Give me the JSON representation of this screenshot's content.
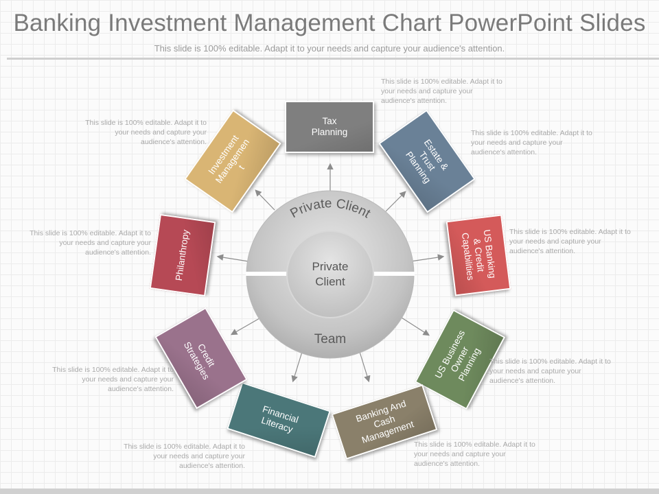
{
  "title": "Banking Investment Management Chart PowerPoint Slides",
  "subtitle": "This slide is 100% editable. Adapt it to your needs and capture your audience's attention.",
  "center": {
    "outer_top": "Private Client",
    "inner": "Private\nClient",
    "outer_bottom": "Team"
  },
  "boxes": [
    {
      "label": "Tax\nPlanning",
      "color": "#7f7f7f"
    },
    {
      "label": "Estate &\nTrust\nPlanning",
      "color": "#6a8197"
    },
    {
      "label": "US Banking\n& Credit\nCapabilities",
      "color": "#d45a5a"
    },
    {
      "label": "US Business\nOwner\nPlanning",
      "color": "#6e8a5d"
    },
    {
      "label": "Banking And\nCash\nManagement",
      "color": "#8a806a"
    },
    {
      "label": "Financial\nLiteracy",
      "color": "#4b7779"
    },
    {
      "label": "Credit\nStrategies",
      "color": "#9a728c"
    },
    {
      "label": "Philanthropy",
      "color": "#b64955"
    },
    {
      "label": "Investment\nManagemen\nt",
      "color": "#d9b574"
    }
  ],
  "notes": [
    "This slide is 100% editable. Adapt it to your needs and capture your audience's attention.",
    "This slide is 100% editable. Adapt it to your needs and capture your audience's attention.",
    "This slide is 100% editable. Adapt it to your needs and capture your audience's attention.",
    "This slide is 100% editable. Adapt it to your needs and capture your audience's attention.",
    "This slide is 100% editable. Adapt it to your needs and capture your audience's attention.",
    "This slide is 100% editable. Adapt it to your needs and capture your audience's attention.",
    "This slide is 100% editable. Adapt it to your needs and capture your audience's attention.",
    "This slide is 100% editable. Adapt it to your needs and capture your audience's attention.",
    "This slide is 100% editable. Adapt it to your needs and capture your audience's attention."
  ]
}
